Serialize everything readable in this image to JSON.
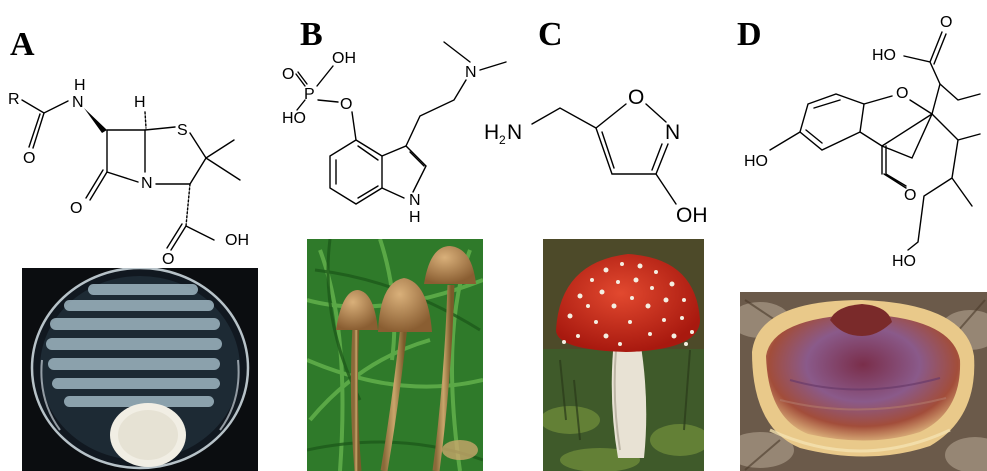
{
  "panels": [
    {
      "letter": "A",
      "atoms": {
        "r": "R",
        "nh": "N",
        "h_nh": "H",
        "h_ring": "H",
        "s": "S",
        "n": "N",
        "o_amide": "O",
        "o_lactam": "O",
        "o_acid": "O",
        "oh_acid": "OH"
      },
      "photo": "penicillium-culture-petri-dish"
    },
    {
      "letter": "B",
      "atoms": {
        "o_p": "O",
        "p": "P",
        "oh_top": "OH",
        "ho_left": "HO",
        "o_link": "O",
        "n_amine": "N",
        "nh_indole": "N",
        "h_indole": "H"
      },
      "photo": "psilocybe-mushrooms"
    },
    {
      "letter": "C",
      "atoms": {
        "h2n_h": "H",
        "h2n_2": "2",
        "h2n_n": "N",
        "o_ring": "O",
        "n_ring": "N",
        "oh": "OH"
      },
      "photo": "amanita-muscaria-mushroom"
    },
    {
      "letter": "D",
      "atoms": {
        "o_top": "O",
        "ho_acid": "HO",
        "o_ring": "O",
        "ho_phenol": "HO",
        "o_ketone": "O",
        "ho_bottom": "HO"
      },
      "photo": "ganoderma-bracket-fungus"
    }
  ],
  "colors": {
    "dish_bg": "#0b0d10",
    "agar": "#1d2a34",
    "streak": "#9fb6c2",
    "colony": "#f1eee4",
    "grass": "#2f7a2a",
    "cap_brown": "#b98a55",
    "fly_agaric_red": "#c8261c",
    "moss": "#3f5a2a",
    "reishi_center": "#8a2f2a",
    "reishi_rim": "#e9c98a"
  }
}
